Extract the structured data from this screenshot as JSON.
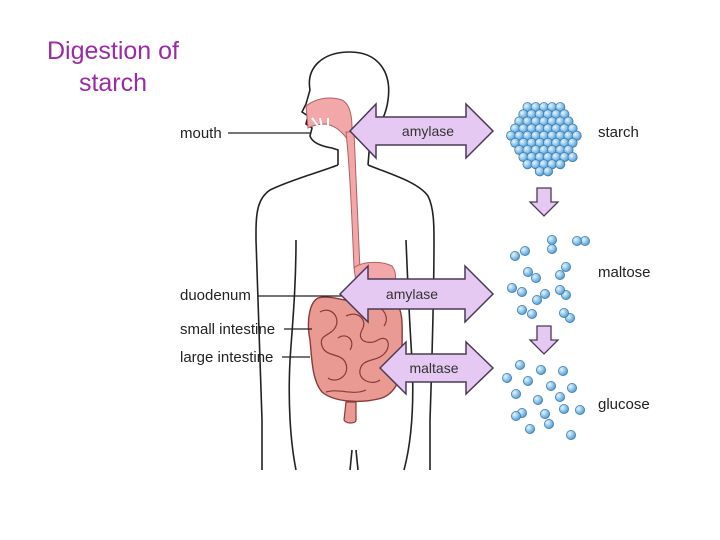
{
  "title": {
    "line1": "Digestion of",
    "line2": "starch"
  },
  "organ_labels": {
    "mouth": "mouth",
    "duodenum": "duodenum",
    "small_intestine": "small intestine",
    "large_intestine": "large intestine"
  },
  "enzymes": {
    "first": "amylase",
    "second": "amylase",
    "third": "maltase"
  },
  "molecules": {
    "starch": "starch",
    "maltose": "maltose",
    "glucose": "glucose"
  },
  "colors": {
    "title": "#9b2aa6",
    "arrow_fill": "#e6c9f2",
    "arrow_stroke": "#4a3a55",
    "organ_pink": "#f2a8a8",
    "intestine_fill": "#e99a92",
    "intestine_stroke": "#8a3a3a",
    "sphere_fill": "#8cc4ec",
    "sphere_stroke": "#3f7fb0"
  },
  "icons": {
    "starch_cluster": "starch-molecule-icon",
    "maltose": "maltose-molecule-icon",
    "glucose": "glucose-molecule-icon"
  }
}
